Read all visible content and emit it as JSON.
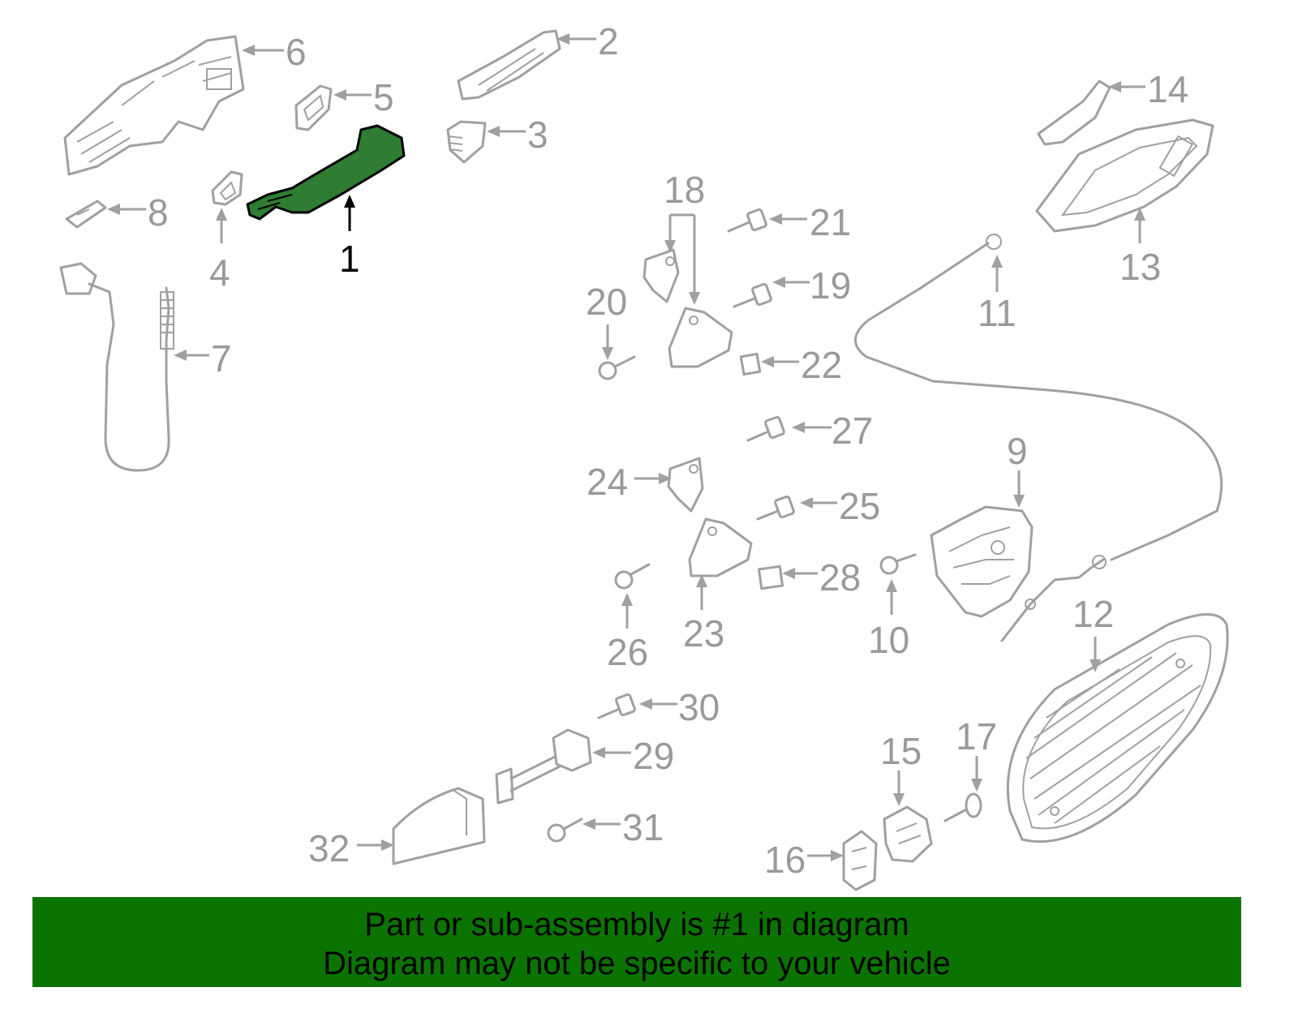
{
  "callouts": {
    "c1": "1",
    "c2": "2",
    "c3": "3",
    "c4": "4",
    "c5": "5",
    "c6": "6",
    "c7": "7",
    "c8": "8",
    "c9": "9",
    "c10": "10",
    "c11": "11",
    "c12": "12",
    "c13": "13",
    "c14": "14",
    "c15": "15",
    "c16": "16",
    "c17": "17",
    "c18": "18",
    "c19": "19",
    "c20": "20",
    "c21": "21",
    "c22": "22",
    "c23": "23",
    "c24": "24",
    "c25": "25",
    "c26": "26",
    "c27": "27",
    "c28": "28",
    "c29": "29",
    "c30": "30",
    "c31": "31",
    "c32": "32"
  },
  "highlight": {
    "part": "1",
    "color": "#2e7d32"
  },
  "banner": {
    "line1": "Part or sub-assembly is #1 in diagram",
    "line2": "Diagram may not be specific to your vehicle",
    "background": "#0b7400"
  }
}
